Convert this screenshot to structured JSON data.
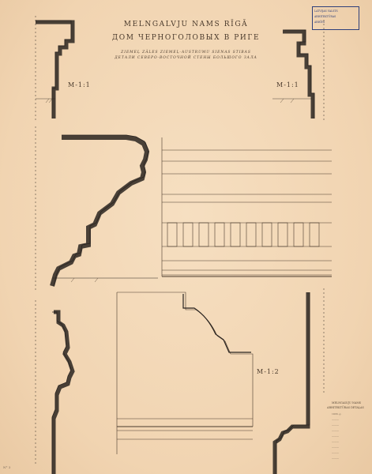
{
  "title": {
    "line1": "MELNGALVJU NAMS RĪGĀ",
    "line2": "ДОМ ЧЕРНОГОЛОВЫХ В РИГЕ"
  },
  "subtitle": {
    "line1": "ZIEMEĻ ZĀLES ZIEMEĻ-AUSTRUMU SIENAS STIBAS",
    "line2": "ДЕТАЛИ СЕВЕРО-ВОСТОЧНОЙ СТЕНЫ БОЛЬШОГО ЗАЛА"
  },
  "scale_labels": {
    "top_left": "M-1:1",
    "top_right": "M-1:1",
    "lower_right": "M-1:2"
  },
  "stamp": {
    "line1": "LATVIJAS VALSTS",
    "line2": "ARHITEKTŪRAS",
    "line3": "ARHĪVS",
    "ink_color": "#2e3f7a"
  },
  "notes": {
    "title_line1": "MELNGALVJU NAMS",
    "title_line2": "ARHITEKTŪRAS DETAĻAS",
    "lines": [
      "1933. g.",
      "———",
      "———",
      "———",
      "———",
      "———",
      "———",
      "———",
      "———"
    ]
  },
  "sheet_number": "N° 3",
  "colors": {
    "paper": "#f3d9b8",
    "ink": "#4a3a2c",
    "shadow": "#2a2420"
  }
}
